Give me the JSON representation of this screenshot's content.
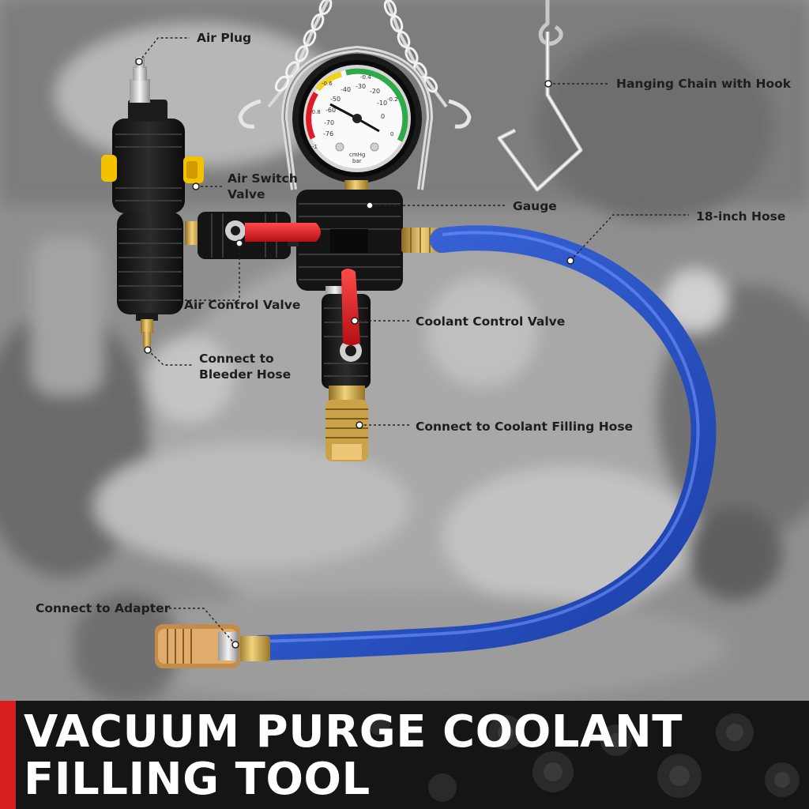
{
  "labels": {
    "air_plug": "Air Plug",
    "hanging_chain": "Hanging Chain with Hook",
    "air_switch_valve": [
      "Air Switch",
      "Valve"
    ],
    "gauge": "Gauge",
    "hose_18": "18-inch Hose",
    "air_control_valve": "Air Control Valve",
    "coolant_control_valve": "Coolant Control Valve",
    "bleeder_hose": [
      "Connect to",
      "Bleeder Hose"
    ],
    "coolant_filling_hose": "Connect to Coolant Filling Hose",
    "adapter": "Connect to Adapter"
  },
  "gauge_face": {
    "ticks": [
      "-76",
      "-70",
      "-60",
      "-50",
      "-40",
      "-30",
      "-20",
      "-10",
      "0"
    ],
    "bar_ticks": [
      "-1",
      "-0.8",
      "-0.6",
      "-0.4",
      "-0.2",
      "0"
    ],
    "units": [
      "cmHg",
      "bar"
    ]
  },
  "banner": {
    "line1": "VACUUM PURGE COOLANT",
    "line2": "FILLING TOOL"
  },
  "colors": {
    "accent_red": "#d81e1e",
    "hose_blue": "#2450c8",
    "banner_bg": "#151515",
    "valve_red": "#e01b24",
    "brass": "#c9a24a"
  }
}
